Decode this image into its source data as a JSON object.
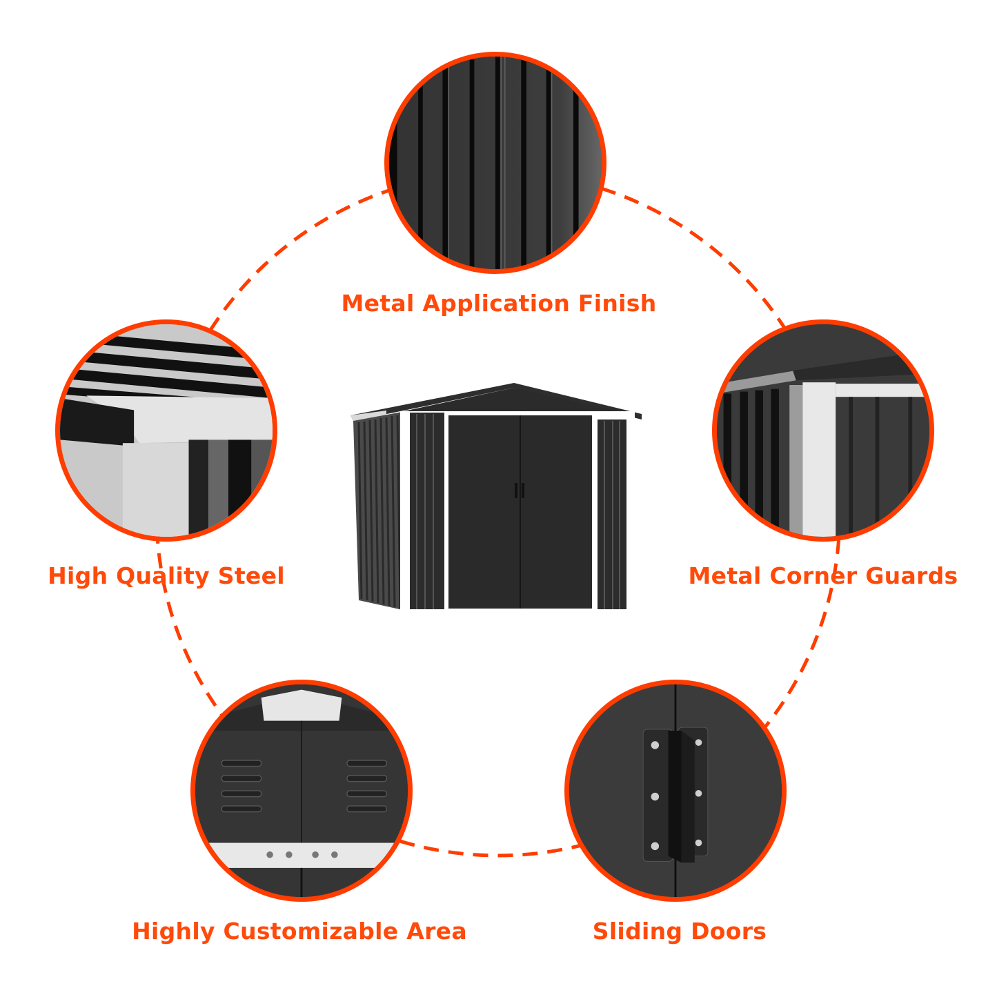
{
  "accent_color": "#FF3D00",
  "label_color": "#FF4A0A",
  "features": [
    {
      "id": "metal-application-finish",
      "label": "Metal Application Finish",
      "icon": "corrugated-panel-closeup"
    },
    {
      "id": "high-quality-steel",
      "label": "High Quality Steel",
      "icon": "steel-frame-corner-closeup"
    },
    {
      "id": "metal-corner-guards",
      "label": "Metal Corner Guards",
      "icon": "corner-guard-closeup"
    },
    {
      "id": "highly-customizable-area",
      "label": "Highly Customizable Area",
      "icon": "gable-vents-closeup"
    },
    {
      "id": "sliding-doors",
      "label": "Sliding Doors",
      "icon": "door-handle-closeup"
    }
  ],
  "product": {
    "name": "metal-storage-shed",
    "image": "shed-front-view"
  }
}
